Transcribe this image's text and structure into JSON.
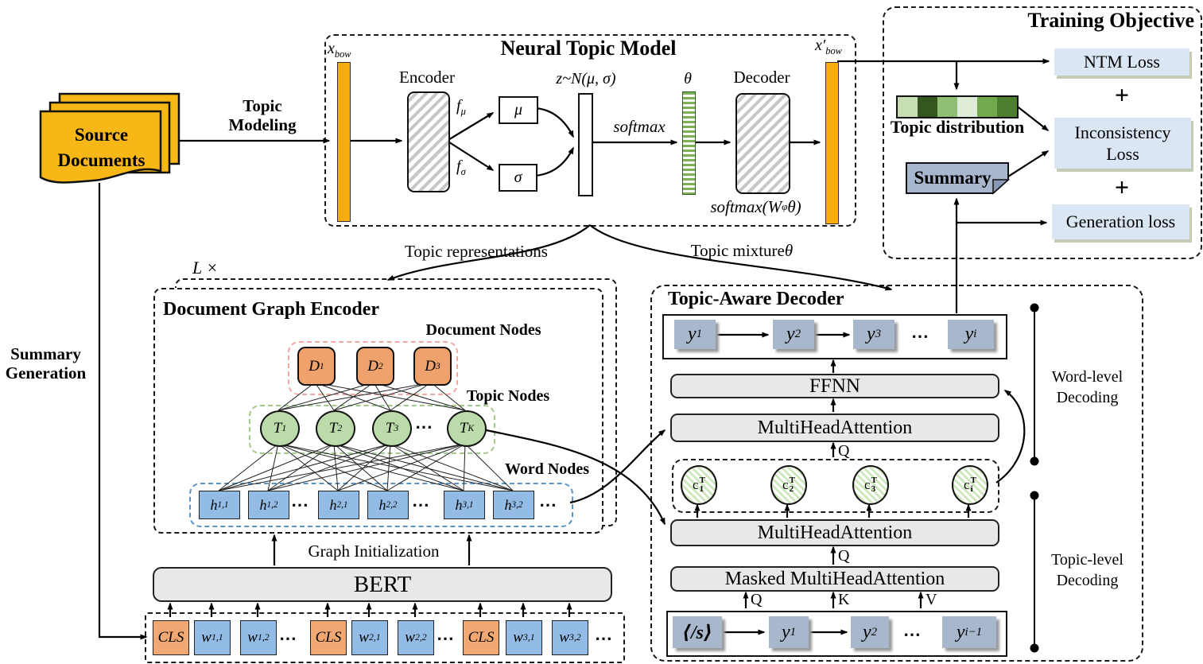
{
  "source": {
    "title": "Source<br>Documents"
  },
  "flow": {
    "topic_modeling": "Topic<br>Modeling",
    "summary_generation": "Summary<br>Generation",
    "topic_representations": "Topic representations",
    "topic_mixture": "Topic mixture <i>θ</i>",
    "graph_initialization": "Graph Initialization",
    "l_times": "<i>L</i> ×"
  },
  "ntm": {
    "title": "Neural Topic Model",
    "x_bow": "x<sub>bow</sub>",
    "encoder": "Encoder",
    "f_mu": "f<sub>μ</sub>",
    "mu": "μ",
    "f_sigma": "f<sub>σ</sub>",
    "sigma": "σ",
    "z_label": "z~N(μ, σ)",
    "softmax": "softmax",
    "theta": "θ",
    "decoder": "Decoder",
    "softmax_w": "softmax(W<sub>φ</sub>θ)",
    "x_bow_prime": "x′<sub>bow</sub>"
  },
  "graph_encoder": {
    "title": "Document Graph Encoder",
    "document_nodes_label": "Document Nodes",
    "topic_nodes_label": "Topic Nodes",
    "word_nodes_label": "Word Nodes",
    "doc_nodes": [
      "D<sub>1</sub>",
      "D<sub>2</sub>",
      "D<sub>3</sub>"
    ],
    "topic_nodes": [
      "T<sub>1</sub>",
      "T<sub>2</sub>",
      "T<sub>3</sub>",
      "T<sub>K</sub>"
    ],
    "word_nodes": [
      "h<sub>1,1</sub>",
      "h<sub>1,2</sub>",
      "h<sub>2,1</sub>",
      "h<sub>2,2</sub>",
      "h<sub>3,1</sub>",
      "h<sub>3,2</sub>"
    ],
    "ellipsis": "⋯"
  },
  "bert": {
    "label": "BERT",
    "tokens": [
      "CLS",
      "w<sub>1,1</sub>",
      "w<sub>1,2</sub>",
      "CLS",
      "w<sub>2,1</sub>",
      "w<sub>2,2</sub>",
      "CLS",
      "w<sub>3,1</sub>",
      "w<sub>3,2</sub>"
    ]
  },
  "decoder": {
    "title": "Topic-Aware Decoder",
    "output_tokens": [
      "y<sub>1</sub>",
      "y<sub>2</sub>",
      "y<sub>3</sub>",
      "y<sub>i</sub>"
    ],
    "ffnn": "FFNN",
    "mha": "MultiHeadAttention",
    "masked_mha": "Masked MultiHeadAttention",
    "q": "Q",
    "k": "K",
    "v": "V",
    "context_nodes": [
      "c<span class=\"stk\"><span>T</span><span>1</span></span>",
      "c<span class=\"stk\"><span>T</span><span>2</span></span>",
      "c<span class=\"stk\"><span>T</span><span>3</span></span>",
      "c<span class=\"stk\"><span>T</span><span>i</span></span>"
    ],
    "input_tokens": [
      "⟨/s⟩",
      "y<sub>1</sub>",
      "y<sub>2</sub>",
      "y<sub>i−1</sub>"
    ],
    "word_level": "Word-level<br>Decoding",
    "topic_level": "Topic-level<br>Decoding"
  },
  "training": {
    "title": "Training Objective",
    "ntm_loss": "NTM Loss",
    "plus": "+",
    "inconsistency_loss": "Inconsistency<br>Loss",
    "generation_loss": "Generation loss",
    "topic_distribution_label": "Topic distribution",
    "summary": "Summary",
    "distribution_colors": [
      "#c7deb4",
      "#33571f",
      "#90be72",
      "#dfedd8",
      "#72a94c",
      "#4c7f2e"
    ]
  }
}
